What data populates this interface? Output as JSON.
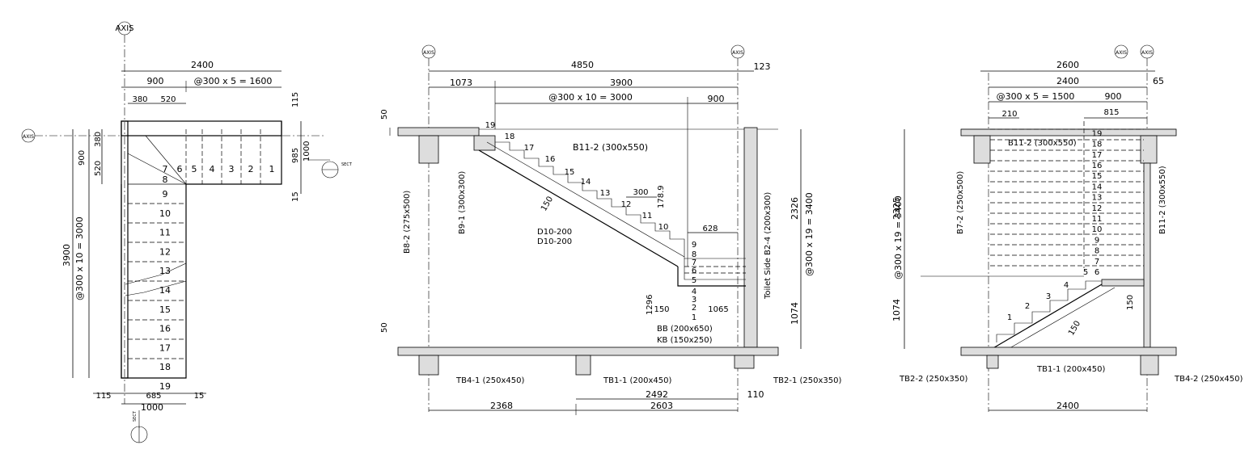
{
  "axis_tag": "AXIS",
  "section_tag": "SECT",
  "plan": {
    "dim_2400": "2400",
    "dim_900": "900",
    "dim_run_top": "@300 x 5 = 1600",
    "dim_380": "380",
    "dim_520": "520",
    "dim_115_top": "115",
    "dim_985": "985",
    "dim_1000_right": "1000",
    "dim_15_right": "15",
    "dim_900_left": "900",
    "dim_380_left": "380",
    "dim_520_left": "520",
    "dim_3900": "3900",
    "dim_run_left": "@300 x 10 = 3000",
    "dim_115_bot": "115",
    "dim_685": "685",
    "dim_15_bot": "15",
    "dim_1000_bot": "1000",
    "steps_top": [
      "1",
      "2",
      "3",
      "4",
      "5",
      "6",
      "7"
    ],
    "steps_left": [
      "8",
      "9",
      "10",
      "11",
      "12",
      "13",
      "14",
      "15",
      "16",
      "17",
      "18",
      "19"
    ]
  },
  "section_a": {
    "dim_4850": "4850",
    "dim_123": "123",
    "dim_1073": "1073",
    "dim_3900": "3900",
    "dim_run": "@300 x 10 = 3000",
    "dim_900": "900",
    "dim_50_top": "50",
    "dim_50_bot": "50",
    "dim_2326": "2326",
    "dim_rise": "@300 x 19 = 3400",
    "dim_1074": "1074",
    "dim_1296": "1296",
    "dim_150": "150",
    "dim_1065": "1065",
    "dim_628": "628",
    "dim_300": "300",
    "dim_178": "178.9",
    "dim_150_slab": "150",
    "dim_2368": "2368",
    "dim_2603": "2603",
    "dim_2492": "2492",
    "dim_110": "110",
    "beam_b11": "B11-2 (300x550)",
    "beam_b8": "B8-2 (275x500)",
    "beam_b9": "B9-1 (300x300)",
    "beam_b2": "B2-4 (200x300)",
    "rebar_1": "D10-200",
    "rebar_2": "D10-200",
    "toilet": "Toilet Side",
    "bb": "BB (200x650)",
    "kb": "KB (150x250)",
    "tb4": "TB4-1 (250x450)",
    "tb1": "TB1-1 (200x450)",
    "tb2": "TB2-1 (250x350)",
    "steps": [
      "1",
      "2",
      "3",
      "4",
      "5",
      "6",
      "7",
      "8",
      "9",
      "10",
      "11",
      "12",
      "13",
      "14",
      "15",
      "16",
      "17",
      "18",
      "19"
    ]
  },
  "section_b": {
    "dim_2600": "2600",
    "dim_2400": "2400",
    "dim_65": "65",
    "dim_run": "@300 x 5 = 1500",
    "dim_900": "900",
    "dim_210": "210",
    "dim_815": "815",
    "dim_2325": "2325",
    "dim_rise": "@300 x 19 = 3400",
    "dim_1074": "1074",
    "dim_150_slab": "150",
    "dim_150_side": "150",
    "dim_2400_bot": "2400",
    "beam_b11": "B11-2 (300x550)",
    "beam_b7": "B7-2 (250x500)",
    "beam_b11_side": "B11-2 (300x550)",
    "tb2": "TB2-2 (250x350)",
    "tb1": "TB1-1 (200x450)",
    "tb4": "TB4-2 (250x450)",
    "steps": [
      "1",
      "2",
      "3",
      "4",
      "5",
      "6",
      "7",
      "8",
      "9",
      "10",
      "11",
      "12",
      "13",
      "14",
      "15",
      "16",
      "17",
      "18",
      "19"
    ]
  }
}
